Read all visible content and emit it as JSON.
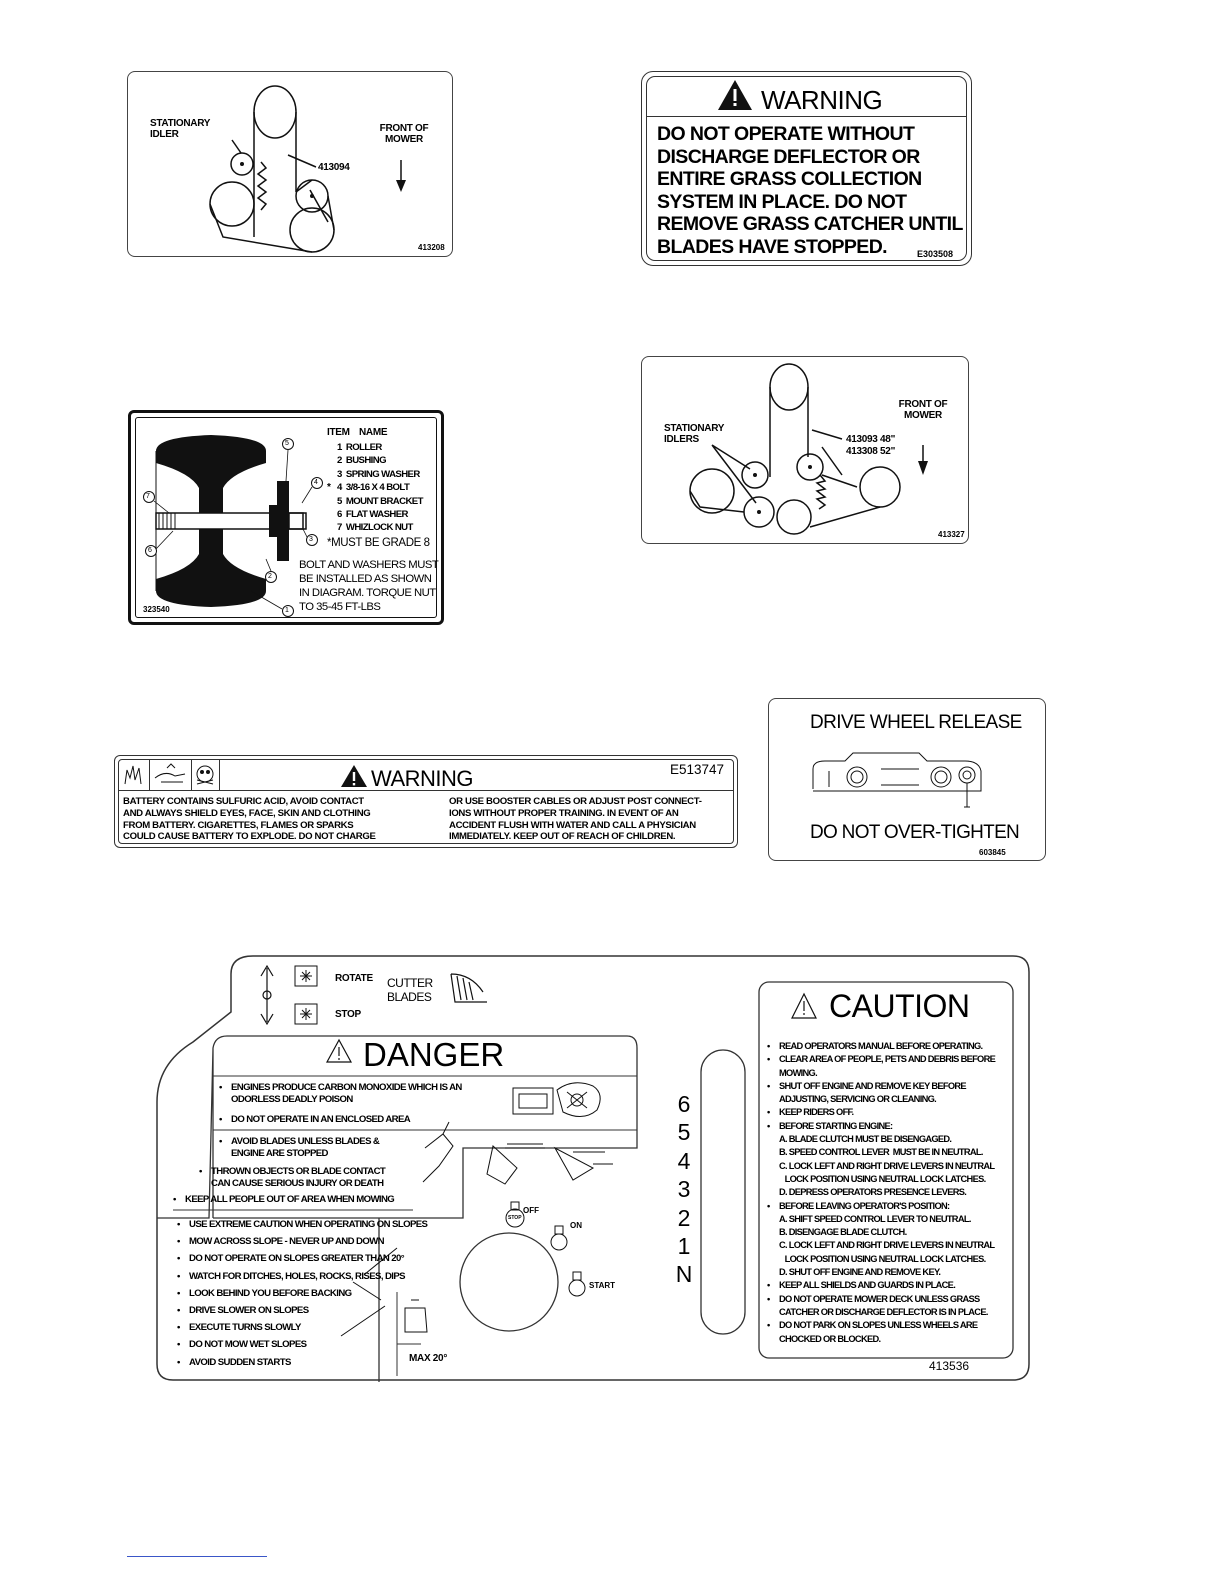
{
  "belt_decal_1": {
    "stationary_idler": "STATIONARY IDLER",
    "part_ref": "413094",
    "front_label": "FRONT OF MOWER",
    "decal_number": "413208"
  },
  "warning_discharge": {
    "heading": "WARNING",
    "lines": [
      "DO NOT OPERATE WITHOUT",
      "DISCHARGE DEFLECTOR OR",
      "ENTIRE GRASS COLLECTION",
      "SYSTEM IN PLACE.  DO NOT",
      "REMOVE GRASS CATCHER UNTIL",
      "BLADES HAVE STOPPED."
    ],
    "decal_number": "E303508"
  },
  "belt_decal_2": {
    "stationary_idlers": "STATIONARY IDLERS",
    "part_ref_1": "413093 48\"",
    "part_ref_2": "413308 52\"",
    "front_label": "FRONT OF MOWER",
    "decal_number": "413327"
  },
  "roller_decal": {
    "header_item": "ITEM",
    "header_name": "NAME",
    "items": [
      {
        "num": "1",
        "name": "ROLLER"
      },
      {
        "num": "2",
        "name": "BUSHING"
      },
      {
        "num": "3",
        "name": "SPRING WASHER"
      },
      {
        "num": "4",
        "name": "3/8-16 X 4 BOLT"
      },
      {
        "num": "5",
        "name": "MOUNT BRACKET"
      },
      {
        "num": "6",
        "name": "FLAT WASHER"
      },
      {
        "num": "7",
        "name": "WHIZLOCK NUT"
      }
    ],
    "star": "*",
    "grade_note": "*MUST BE GRADE 8",
    "instructions": [
      "BOLT AND WASHERS MUST",
      "BE INSTALLED AS SHOWN",
      "IN DIAGRAM. TORQUE NUT",
      "TO 35-45 FT-LBS"
    ],
    "callouts": [
      "1",
      "2",
      "3",
      "4",
      "5",
      "6",
      "7"
    ],
    "decal_number": "323540"
  },
  "battery_warning": {
    "heading": "WARNING",
    "decal_number": "E513747",
    "col1": [
      "BATTERY CONTAINS SULFURIC ACID, AVOID CONTACT",
      "AND ALWAYS SHIELD EYES, FACE, SKIN AND CLOTHING",
      "FROM BATTERY. CIGARETTES, FLAMES OR SPARKS",
      "COULD CAUSE BATTERY TO EXPLODE. DO NOT CHARGE"
    ],
    "col2": [
      "OR USE BOOSTER CABLES OR ADJUST POST CONNECT-",
      "IONS WITHOUT PROPER TRAINING. IN EVENT OF AN",
      "ACCIDENT FLUSH WITH WATER AND CALL A PHYSICIAN",
      "IMMEDIATELY. KEEP OUT OF REACH OF CHILDREN."
    ]
  },
  "drive_wheel": {
    "title": "DRIVE WHEEL RELEASE",
    "subtitle": "DO NOT OVER-TIGHTEN",
    "decal_number": "603845"
  },
  "control_panel": {
    "rotate": "ROTATE",
    "stop": "STOP",
    "cutter_blades": "CUTTER BLADES",
    "danger": {
      "heading": "DANGER",
      "co_lines": [
        "ENGINES PRODUCE CARBON MONOXIDE WHICH IS AN",
        "ODORLESS DEADLY POISON"
      ],
      "enclosed": "DO NOT OPERATE IN AN ENCLOSED AREA",
      "blades_lines": [
        "AVOID BLADES UNLESS BLADES &",
        "ENGINE ARE STOPPED"
      ],
      "thrown_lines": [
        "THROWN OBJECTS OR BLADE CONTACT",
        "CAN CAUSE SERIOUS INJURY OR DEATH"
      ],
      "keep_people": "KEEP ALL PEOPLE OUT OF AREA WHEN MOWING",
      "slope_items": [
        "USE EXTREME CAUTION WHEN OPERATING ON SLOPES",
        "MOW ACROSS SLOPE - NEVER UP AND DOWN",
        "DO NOT OPERATE ON SLOPES GREATER THAN 20°",
        "WATCH FOR DITCHES, HOLES, ROCKS, RISES, DIPS",
        "LOOK BEHIND YOU BEFORE BACKING",
        "DRIVE SLOWER ON SLOPES",
        "EXECUTE TURNS SLOWLY",
        "DO NOT MOW WET SLOPES",
        "AVOID SUDDEN STARTS"
      ],
      "max_slope": "MAX 20°"
    },
    "speeds": [
      "6",
      "5",
      "4",
      "3",
      "2",
      "1",
      "N"
    ],
    "ignition": {
      "off": "OFF",
      "stop": "STOP",
      "on": "ON",
      "start": "START"
    },
    "caution": {
      "heading": "CAUTION",
      "items": [
        {
          "text": "READ OPERATORS MANUAL BEFORE OPERATING.",
          "sub": []
        },
        {
          "text": "CLEAR AREA OF PEOPLE, PETS AND DEBRIS BEFORE",
          "sub": [
            "MOWING."
          ]
        },
        {
          "text": "SHUT OFF ENGINE AND REMOVE KEY BEFORE",
          "sub": [
            "ADJUSTING, SERVICING OR CLEANING."
          ]
        },
        {
          "text": "KEEP RIDERS OFF.",
          "sub": []
        },
        {
          "text": "BEFORE STARTING ENGINE:",
          "sub": [
            "A. BLADE CLUTCH MUST BE DISENGAGED.",
            "B. SPEED CONTROL LEVER  MUST BE IN NEUTRAL.",
            "C. LOCK LEFT AND RIGHT DRIVE LEVERS IN NEUTRAL",
            "   LOCK POSITION USING NEUTRAL LOCK LATCHES.",
            "D. DEPRESS OPERATORS PRESENCE LEVERS."
          ]
        },
        {
          "text": "BEFORE LEAVING OPERATOR'S POSITION:",
          "sub": [
            "A. SHIFT SPEED CONTROL LEVER TO NEUTRAL.",
            "B. DISENGAGE BLADE CLUTCH.",
            "C. LOCK LEFT AND RIGHT DRIVE LEVERS IN NEUTRAL",
            "   LOCK POSITION USING NEUTRAL LOCK LATCHES.",
            "D. SHUT OFF ENGINE AND REMOVE KEY."
          ]
        },
        {
          "text": "KEEP ALL SHIELDS AND GUARDS IN PLACE.",
          "sub": []
        },
        {
          "text": "DO NOT OPERATE MOWER DECK UNLESS GRASS",
          "sub": [
            "CATCHER OR DISCHARGE DEFLECTOR IS IN PLACE."
          ]
        },
        {
          "text": "DO NOT PARK ON SLOPES UNLESS WHEELS ARE",
          "sub": [
            "CHOCKED OR BLOCKED."
          ]
        }
      ]
    },
    "decal_number": "413536"
  }
}
